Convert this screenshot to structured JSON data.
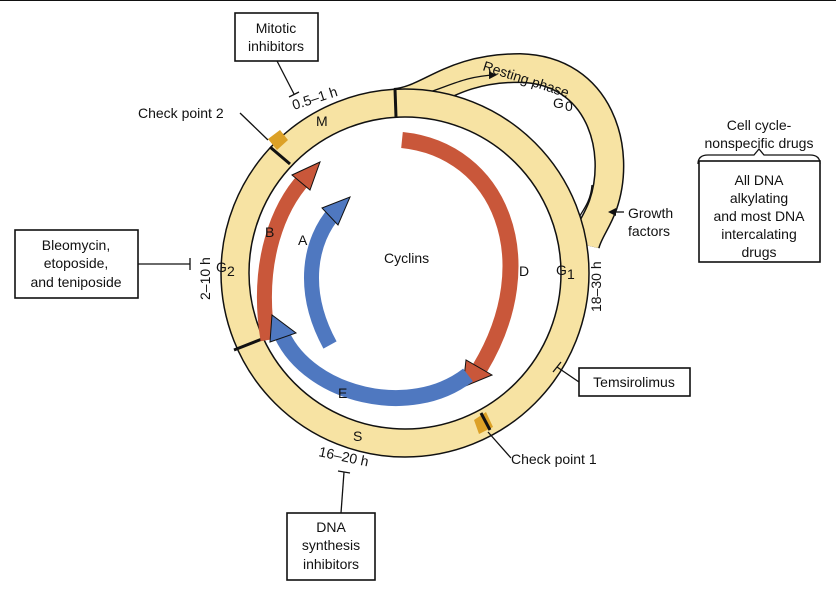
{
  "center_label": "Cyclins",
  "phases": {
    "M": "M",
    "G0": "G",
    "G0_sub": "0",
    "G1": "G",
    "G1_sub": "1",
    "G2": "G",
    "G2_sub": "2",
    "S": "S"
  },
  "durations": {
    "M": "0.5–1 h",
    "G1": "18–30 h",
    "G2": "2–10 h",
    "S": "16–20 h"
  },
  "resting_phase": "Resting phase",
  "checkpoints": {
    "cp1": "Check point 1",
    "cp2": "Check point 2"
  },
  "growth_factors": [
    "Growth",
    "factors"
  ],
  "cyclins": {
    "A": "A",
    "B": "B",
    "D": "D",
    "E": "E"
  },
  "drugs": {
    "mitotic": [
      "Mitotic",
      "inhibitors"
    ],
    "g2": [
      "Bleomycin,",
      "etoposide,",
      "and teniposide"
    ],
    "temsirolimus": "Temsirolimus",
    "dna_synthesis": [
      "DNA",
      "synthesis",
      "inhibitors"
    ],
    "nonspecific_title": [
      "Cell cycle-",
      "nonspecific drugs"
    ],
    "nonspecific_box": [
      "All DNA",
      "alkylating",
      "and most DNA",
      "intercalating",
      "drugs"
    ]
  },
  "colors": {
    "ring": "#f7e3a3",
    "checkpoint": "#dca127",
    "cyclin_red": "#c9573a",
    "cyclin_blue": "#4f78c0"
  }
}
